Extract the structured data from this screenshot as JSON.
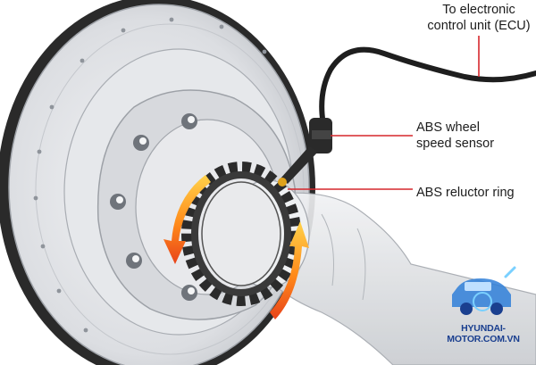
{
  "callouts": {
    "ecu": {
      "line1": "To electronic",
      "line2": "control unit (ECU)"
    },
    "sensor": {
      "line1": "ABS wheel",
      "line2": "speed sensor"
    },
    "ring": {
      "label": "ABS reluctor ring"
    }
  },
  "watermark": {
    "text": "HYUNDAI-MOTOR.COM.VN",
    "logo": "car-logo-icon"
  },
  "colors": {
    "leader": "#d6262c",
    "rotation_arrow": "#ff7a10",
    "disc": "#d9dbdf",
    "ring": "#2b2b2b",
    "cable": "#1e1e1e",
    "brand": "#1a3f8f"
  },
  "icons": [
    "brake-disc-icon",
    "wheel-hub-icon",
    "reluctor-ring-icon",
    "speed-sensor-icon",
    "axle-shaft-icon",
    "rotation-arrow-icon",
    "car-logo-icon"
  ]
}
